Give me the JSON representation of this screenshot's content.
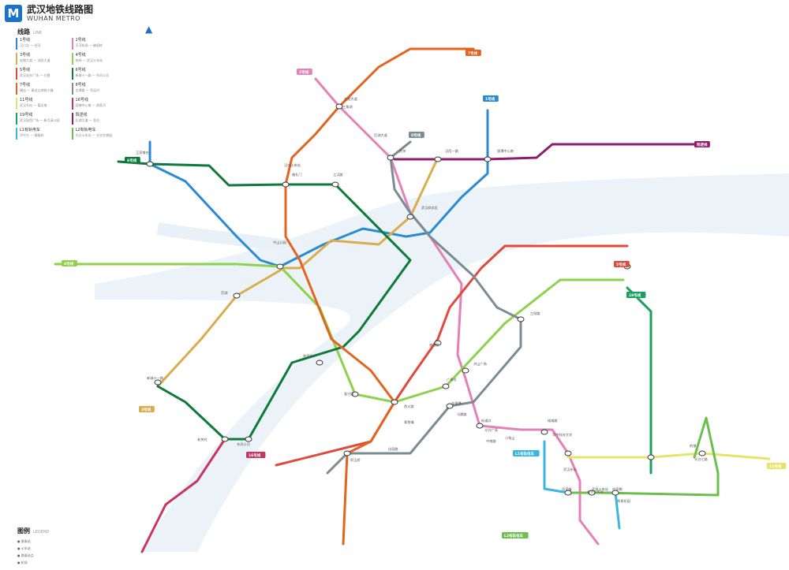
{
  "header": {
    "title_cn": "武汉地铁线路图",
    "title_en": "WUHAN METRO",
    "logo_text": "M"
  },
  "legend": {
    "heading": "线路",
    "heading_en": "LINE",
    "items": [
      {
        "name": "1号线",
        "desc": "汉口北 — 径河",
        "color": "#2b8ad1"
      },
      {
        "name": "2号线",
        "desc": "天河机场 — 佛祖岭",
        "color": "#e481b8"
      },
      {
        "name": "3号线",
        "desc": "宏图大道 — 沌阳大道",
        "color": "#d9ad4e"
      },
      {
        "name": "4号线",
        "desc": "柏林 — 武汉火车站",
        "color": "#8ed14c"
      },
      {
        "name": "5号线",
        "desc": "武汉站东广场 — 红霞",
        "color": "#e04a3c"
      },
      {
        "name": "6号线",
        "desc": "新城十一路 — 东风公司",
        "color": "#0e7a3a"
      },
      {
        "name": "7号线",
        "desc": "横店 — 青龙山地铁小镇",
        "color": "#e2641f"
      },
      {
        "name": "8号线",
        "desc": "金潭路 — 军运村",
        "color": "#7a8c94"
      },
      {
        "name": "11号线",
        "desc": "武汉东站 — 葛店南",
        "color": "#e8e46a"
      },
      {
        "name": "16号线",
        "desc": "国博中心南 — 周家河",
        "color": "#c9355f"
      },
      {
        "name": "19号线",
        "desc": "武汉站西广场 — 新月溪公园",
        "color": "#1aa05c"
      },
      {
        "name": "阳逻线",
        "desc": "后湖大道 — 金台",
        "color": "#8e1d6e"
      },
      {
        "name": "L1有轨电车",
        "desc": "华中大 — 佛祖岭",
        "color": "#3ab7e0"
      },
      {
        "name": "L2有轨电车",
        "desc": "光谷火车站 — 光谷生物园",
        "color": "#6bbf4f"
      }
    ]
  },
  "footer_legend": {
    "heading": "图例",
    "heading_en": "LEGEND",
    "items": [
      "换乘站",
      "火车站",
      "换乘站点",
      "机场"
    ]
  },
  "line_tags": [
    {
      "text": "1号线",
      "color": "#2b8ad1"
    },
    {
      "text": "7号线",
      "color": "#e2641f"
    },
    {
      "text": "2号线",
      "color": "#e481b8"
    },
    {
      "text": "6号线",
      "color": "#0e7a3a"
    },
    {
      "text": "8号线",
      "color": "#7a8c94"
    },
    {
      "text": "阳逻线",
      "color": "#8e1d6e"
    },
    {
      "text": "4号线",
      "color": "#8ed14c"
    },
    {
      "text": "5号线",
      "color": "#e04a3c"
    },
    {
      "text": "19号线",
      "color": "#1aa05c"
    },
    {
      "text": "3号线",
      "color": "#d9ad4e"
    },
    {
      "text": "16号线",
      "color": "#c9355f"
    },
    {
      "text": "L1有轨电车",
      "color": "#3ab7e0"
    },
    {
      "text": "L2有轨电车",
      "color": "#6bbf4f"
    },
    {
      "text": "11号线",
      "color": "#e8e46a"
    }
  ],
  "stations": [
    "后湖大道",
    "宏图大道",
    "循礼门",
    "江汉路",
    "中山公园",
    "钟家村",
    "复兴路",
    "首义路",
    "洪山广场",
    "街道口",
    "广埠屯",
    "光谷广场",
    "珞雄路",
    "华中科技大学",
    "武汉东站",
    "光谷七路",
    "豹澥",
    "光谷火车站",
    "汉口火车站",
    "王家墩东",
    "范湖",
    "香港路",
    "三阳路",
    "武汉商务区",
    "宗关",
    "汉西一路",
    "国博中心南",
    "老关村",
    "东风公司",
    "新城十一路",
    "武昌火车站",
    "岳家嘴",
    "徐家棚",
    "积玉桥",
    "三角湖",
    "金银潭",
    "常青花园",
    "中南路",
    "小龟山",
    "青鱼嘴",
    "佳园路",
    "马鹦路"
  ]
}
